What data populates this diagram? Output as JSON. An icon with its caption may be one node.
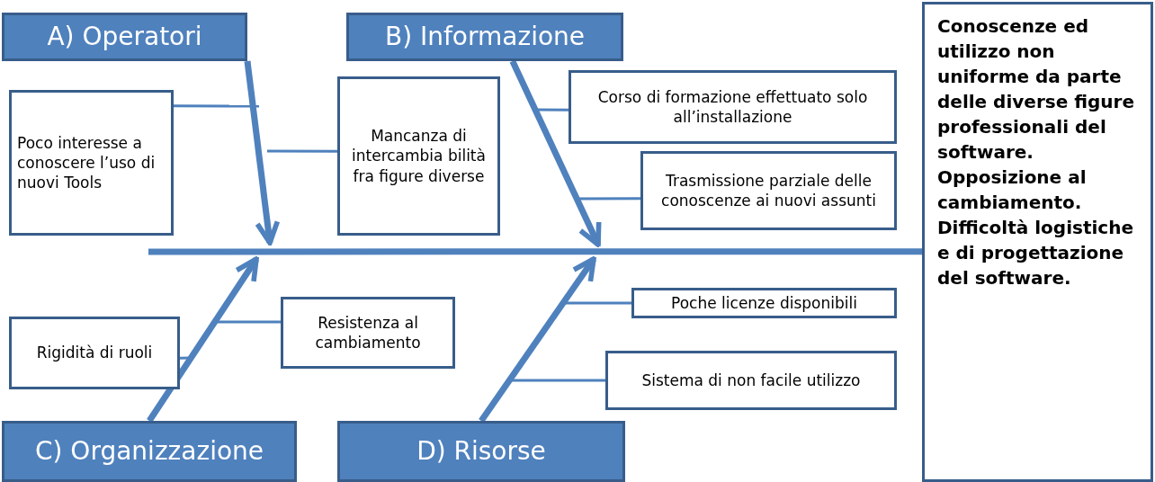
{
  "diagram": {
    "nodes": [
      {
        "text": [
          "A) Operatori"
        ]
      },
      {
        "text": [
          "B) Informazione"
        ]
      },
      {
        "text": [
          "Conoscenze ed utilizzo non uniforme da parte delle diverse figure professionali del software. Opposizione al cambiamento. Difficoltà logistiche e di progettazione del software."
        ]
      },
      {
        "text": [
          "Poco interesse a conoscere l’uso di nuovi Tools"
        ]
      },
      {
        "text": [
          "Mancanza di intercambia bilità fra figure diverse"
        ]
      },
      {
        "text": [
          "Corso di formazione effettuato solo all’installazione"
        ]
      },
      {
        "text": [
          "Trasmissione parziale delle conoscenze ai nuovi assunti"
        ]
      },
      {
        "text": [
          "Resistenza al cambiamento"
        ]
      },
      {
        "text": [
          "Poche licenze disponibili"
        ]
      },
      {
        "text": [
          "Rigidità di ruoli"
        ]
      },
      {
        "text": [
          "Sistema di non facile utilizzo"
        ]
      },
      {
        "text": [
          "C) Organizzazione"
        ]
      },
      {
        "text": [
          "D) Risorse"
        ]
      }
    ],
    "edges": [
      {
        "from": 0,
        "to": null,
        "arrow": "to",
        "style": "thick"
      },
      {
        "from": 1,
        "to": null,
        "arrow": "to",
        "style": "thick"
      },
      {
        "from": 11,
        "to": null,
        "arrow": "to",
        "style": "thick"
      },
      {
        "from": 12,
        "to": null,
        "arrow": "to",
        "style": "thick"
      },
      {
        "from": null,
        "to": 2,
        "arrow": "none",
        "style": "thick"
      },
      {
        "from": 3,
        "to": null,
        "arrow": "none"
      },
      {
        "from": 4,
        "to": null,
        "arrow": "none"
      },
      {
        "from": 5,
        "to": null,
        "arrow": "none"
      },
      {
        "from": 6,
        "to": null,
        "arrow": "none"
      },
      {
        "from": 7,
        "to": null,
        "arrow": "none"
      },
      {
        "from": 8,
        "to": null,
        "arrow": "none"
      },
      {
        "from": 9,
        "to": null,
        "arrow": "none"
      },
      {
        "from": 10,
        "to": null,
        "arrow": "none"
      }
    ]
  }
}
